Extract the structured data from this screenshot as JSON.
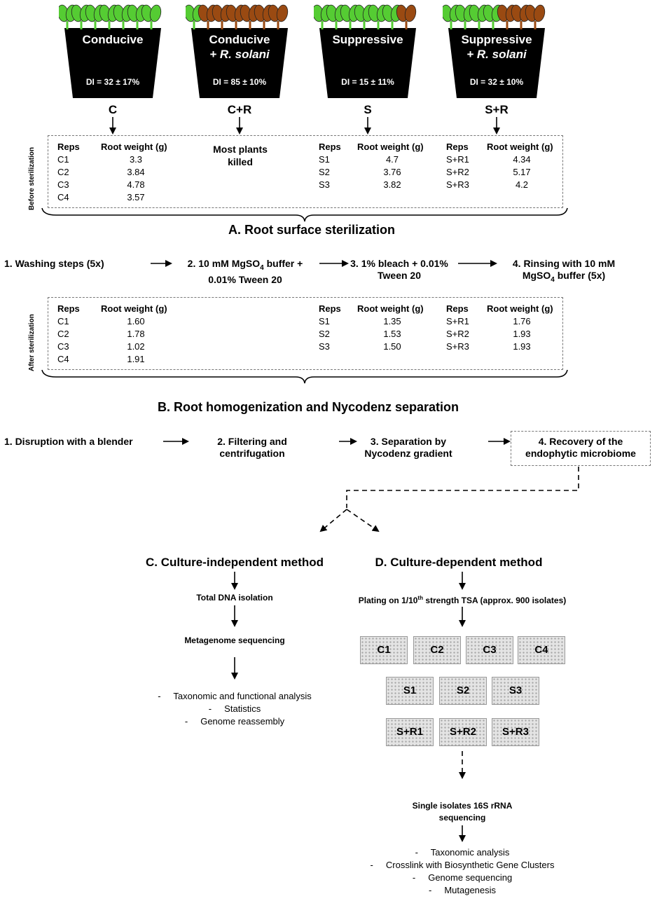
{
  "pots": [
    {
      "name_line1": "Conducive",
      "name_line2": "",
      "di": "DI = 32 ± 17%",
      "label": "C",
      "green": 7,
      "brown": 0
    },
    {
      "name_line1": "Conducive",
      "name_line2": "+ R. solani",
      "di": "DI = 85 ± 10%",
      "label": "C+R",
      "green": 1,
      "brown": 6
    },
    {
      "name_line1": "Suppressive",
      "name_line2": "",
      "di": "DI = 15 ± 11%",
      "label": "S",
      "green": 6,
      "brown": 1
    },
    {
      "name_line1": "Suppressive",
      "name_line2": "+ R. solani",
      "di": "DI = 32 ± 10%",
      "label": "S+R",
      "green": 4,
      "brown": 3
    }
  ],
  "colors": {
    "healthy": "#55cc33",
    "diseased": "#9a4a12",
    "pot": "#000000"
  },
  "before": {
    "side_label": "Before sterilization",
    "header_reps": "Reps",
    "header_weight": "Root weight (g)",
    "killed": "Most plants killed",
    "c": [
      [
        "C1",
        "3.3"
      ],
      [
        "C2",
        "3.84"
      ],
      [
        "C3",
        "4.78"
      ],
      [
        "C4",
        "3.57"
      ]
    ],
    "s": [
      [
        "S1",
        "4.7"
      ],
      [
        "S2",
        "3.76"
      ],
      [
        "S3",
        "3.82"
      ]
    ],
    "sr": [
      [
        "S+R1",
        "4.34"
      ],
      [
        "S+R2",
        "5.17"
      ],
      [
        "S+R3",
        "4.2"
      ]
    ]
  },
  "section_a": {
    "title": "A. Root surface sterilization",
    "step1": "1. Washing steps (5x)",
    "step2_a": "2. 10 mM MgSO",
    "step2_sub": "4",
    "step2_b": " buffer +",
    "step2_c": "0.01% Tween 20",
    "step3_a": "3. 1% bleach + 0.01%",
    "step3_b": "Tween 20",
    "step4_a": "4. Rinsing with 10 mM",
    "step4_b": "MgSO",
    "step4_sub": "4",
    "step4_c": " buffer (5x)"
  },
  "after": {
    "side_label": "After sterilization",
    "header_reps": "Reps",
    "header_weight": "Root weight (g)",
    "c": [
      [
        "C1",
        "1.60"
      ],
      [
        "C2",
        "1.78"
      ],
      [
        "C3",
        "1.02"
      ],
      [
        "C4",
        "1.91"
      ]
    ],
    "s": [
      [
        "S1",
        "1.35"
      ],
      [
        "S2",
        "1.53"
      ],
      [
        "S3",
        "1.50"
      ]
    ],
    "sr": [
      [
        "S+R1",
        "1.76"
      ],
      [
        "S+R2",
        "1.93"
      ],
      [
        "S+R3",
        "1.93"
      ]
    ]
  },
  "section_b": {
    "title": "B. Root homogenization and Nycodenz separation",
    "step1": "1. Disruption with a blender",
    "step2_a": "2. Filtering and",
    "step2_b": "centrifugation",
    "step3_a": "3. Separation by",
    "step3_b": "Nycodenz gradient",
    "step4_a": "4. Recovery of the",
    "step4_b": "endophytic microbiome"
  },
  "section_c": {
    "title": "C. Culture-independent method",
    "step1": "Total DNA isolation",
    "step2": "Metagenome sequencing",
    "out1": "-     Taxonomic and functional analysis",
    "out2": "-     Statistics",
    "out3": "-     Genome reassembly"
  },
  "section_d": {
    "title": "D. Culture-dependent method",
    "plating_a": "Plating on 1/10",
    "plating_sup": "th",
    "plating_b": " strength TSA (approx. 900 isolates)",
    "plates_row1": [
      "C1",
      "C2",
      "C3",
      "C4"
    ],
    "plates_row2": [
      "S1",
      "S2",
      "S3"
    ],
    "plates_row3": [
      "S+R1",
      "S+R2",
      "S+R3"
    ],
    "seq_a": "Single isolates 16S rRNA",
    "seq_b": "sequencing",
    "out1": "-     Taxonomic analysis",
    "out2": "-     Crosslink with Biosynthetic Gene Clusters",
    "out3": "-     Genome sequencing",
    "out4": "-     Mutagenesis"
  }
}
